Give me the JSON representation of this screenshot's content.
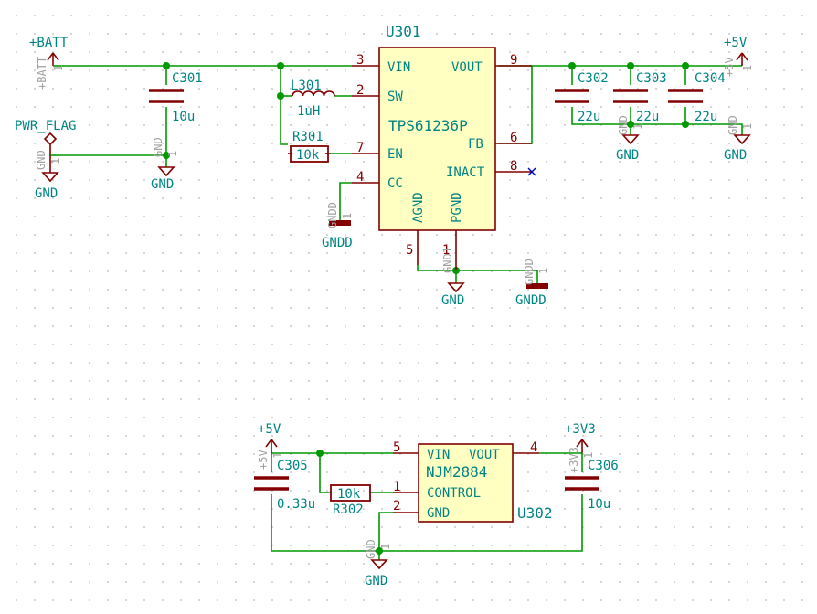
{
  "ics": {
    "u301": {
      "ref": "U301",
      "part": "TPS61236P",
      "pin_names": [
        "VIN",
        "SW",
        "EN",
        "CC",
        "VOUT",
        "FB",
        "INACT",
        "AGND",
        "PGND"
      ],
      "pin_nums": [
        "3",
        "2",
        "7",
        "4",
        "9",
        "6",
        "8",
        "5",
        "1"
      ]
    },
    "u302": {
      "ref": "U302",
      "part": "NJM2884",
      "pin_names": [
        "VIN",
        "VOUT",
        "CONTROL",
        "GND"
      ],
      "pin_nums": [
        "5",
        "4",
        "1",
        "2"
      ]
    }
  },
  "caps": {
    "c301": {
      "ref": "C301",
      "value": "10u"
    },
    "c302": {
      "ref": "C302",
      "value": "22u"
    },
    "c303": {
      "ref": "C303",
      "value": "22u"
    },
    "c304": {
      "ref": "C304",
      "value": "22u"
    },
    "c305": {
      "ref": "C305",
      "value": "0.33u"
    },
    "c306": {
      "ref": "C306",
      "value": "10u"
    }
  },
  "inductor": {
    "ref": "L301",
    "value": "1uH"
  },
  "resistors": {
    "r301": {
      "ref": "R301",
      "value": "10k"
    },
    "r302": {
      "ref": "R302",
      "value": "10k"
    }
  },
  "power": {
    "batt": "+BATT",
    "v5": "+5V",
    "v3v3": "+3V3",
    "pwr_flag": "PWR_FLAG",
    "gnd": "GND",
    "gndd": "GNDD"
  },
  "ghost_labels": {
    "batt": "+BATT",
    "v5": "+5V",
    "v3v3": "+3V3",
    "gnd": "GND",
    "gndd": "GNDD",
    "gnd1": "GND1",
    "one": "1"
  }
}
